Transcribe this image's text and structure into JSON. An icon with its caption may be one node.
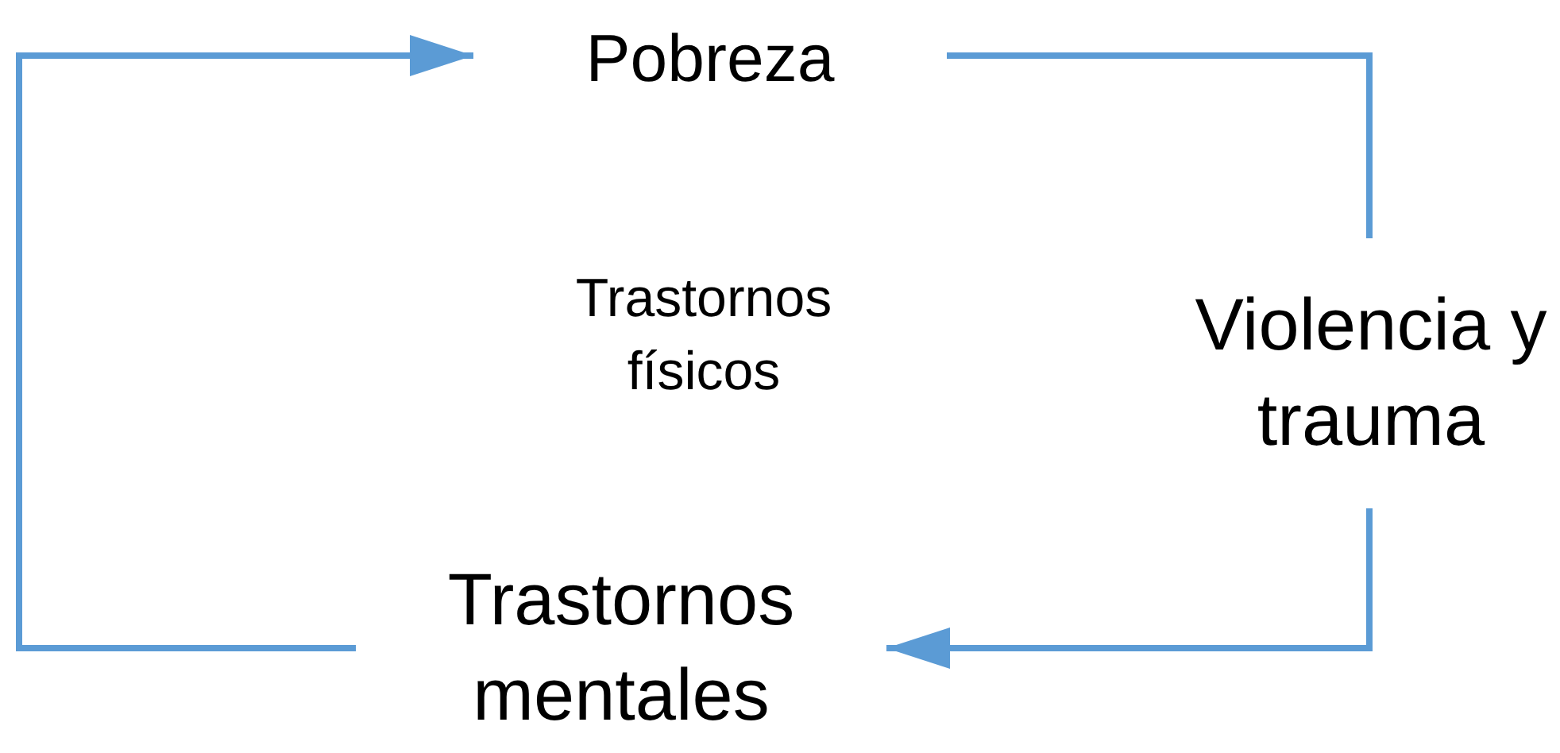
{
  "diagram": {
    "nodes": [
      {
        "text": [
          "Pobreza"
        ]
      },
      {
        "text": [
          "Violencia y trauma"
        ]
      },
      {
        "text": [
          "Trastornos mentales"
        ]
      }
    ],
    "edges": [
      {
        "from": 0,
        "to": 1,
        "arrow": "none"
      },
      {
        "from": 1,
        "to": 2,
        "arrow": "to"
      },
      {
        "from": 2,
        "to": 0,
        "arrow": "to"
      }
    ],
    "labels": [
      "Trastornos físicos"
    ]
  }
}
